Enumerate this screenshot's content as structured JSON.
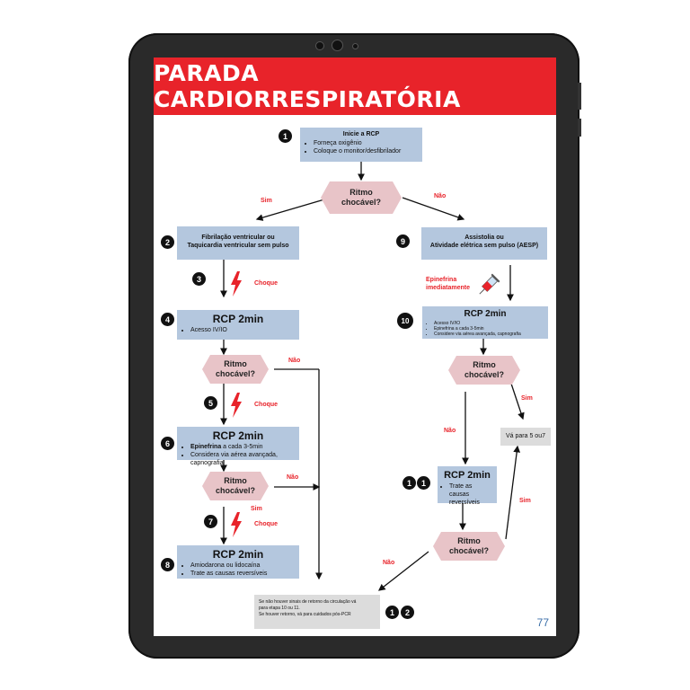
{
  "title": "PARADA CARDIORRESPIRATÓRIA",
  "page_number": "77",
  "steps": {
    "s1": {
      "num": "1",
      "title": "Inicie a RCP",
      "items": [
        "Forneça oxigênio",
        "Coloque o monitor/desfibrilador"
      ]
    },
    "s2": {
      "num": "2",
      "title_l1": "Fibrilação ventricular ou",
      "title_l2": "Taquicardia ventricular sem pulso"
    },
    "s3": {
      "num": "3",
      "label": "Choque"
    },
    "s4": {
      "num": "4",
      "title": "RCP 2min",
      "items": [
        "Acesso IV/IO"
      ]
    },
    "s5": {
      "num": "5",
      "label": "Choque"
    },
    "s6": {
      "num": "6",
      "title": "RCP 2min",
      "item1_bold": "Epinefrina",
      "item1_rest": " a cada 3-5min",
      "item2": "Considera via aérea avançada, capnografia"
    },
    "s7": {
      "num": "7",
      "label": "Choque"
    },
    "s8": {
      "num": "8",
      "title": "RCP 2min",
      "items": [
        "Amiodarona ou lidocaína",
        "Trate as causas reversíveis"
      ]
    },
    "s9": {
      "num": "9",
      "title_l1": "Assistolia ou",
      "title_l2": "Atividade elétrica sem pulso (AESP)"
    },
    "s10": {
      "num": "10",
      "title": "RCP 2min",
      "items": [
        "Acesso IV/IO",
        "Epinefrina a cada 3-5min",
        "Considere via aérea avançada, capnografia"
      ]
    },
    "s11": {
      "num1": "1",
      "num2": "1",
      "title": "RCP 2min",
      "items": [
        "Trate as causas reversíveis"
      ]
    },
    "s12": {
      "num1": "1",
      "num2": "2",
      "text_l1": "Se não houver sinais de retorno da circulação vá",
      "text_l2": "para etapa 10 ou 11.",
      "text_l3": "Se houver retorno, vá para cuidados pós-PCR"
    }
  },
  "decision": {
    "line1": "Ritmo",
    "line2": "chocável?"
  },
  "labels": {
    "sim": "Sim",
    "nao": "Não",
    "epi_l1": "Epinefrina",
    "epi_l2": "imediatamente",
    "va_para": "Vá para 5 ou7"
  }
}
